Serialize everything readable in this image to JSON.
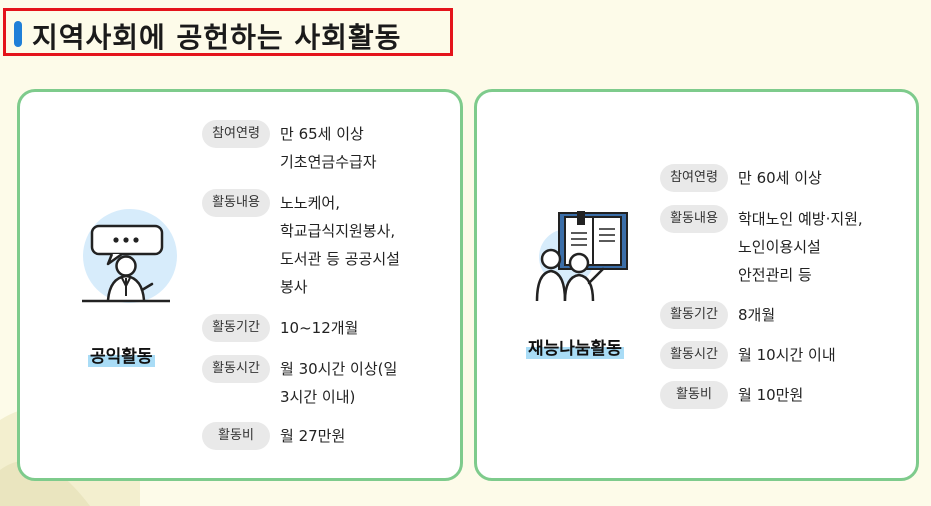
{
  "title": "지역사회에 공헌하는 사회활동",
  "colors": {
    "title_border": "#e4131b",
    "title_marker": "#1f7fd8",
    "card_border": "#7ecb8c",
    "badge_bg": "#e9e9e9",
    "name_highlight": "#a9dcf6"
  },
  "cards": [
    {
      "name": "공익활동",
      "icon": "speaking-person-icon",
      "details": [
        {
          "label": "참여연령",
          "lines": [
            "만 65세 이상",
            "기초연금수급자"
          ]
        },
        {
          "label": "활동내용",
          "lines": [
            "노노케어,",
            "학교급식지원봉사,",
            "도서관 등 공공시설",
            "봉사"
          ]
        },
        {
          "label": "활동기간",
          "lines": [
            "10~12개월"
          ]
        },
        {
          "label": "활동시간",
          "lines": [
            "월 30시간 이상(일",
            "3시간 이내)"
          ]
        },
        {
          "label": "활동비",
          "lines": [
            "월 27만원"
          ]
        }
      ]
    },
    {
      "name": "재능나눔활동",
      "icon": "people-book-icon",
      "details": [
        {
          "label": "참여연령",
          "lines": [
            "만 60세 이상"
          ]
        },
        {
          "label": "활동내용",
          "lines": [
            "학대노인 예방·지원,",
            "노인이용시설",
            "안전관리 등"
          ]
        },
        {
          "label": "활동기간",
          "lines": [
            "8개월"
          ]
        },
        {
          "label": "활동시간",
          "lines": [
            "월 10시간 이내"
          ]
        },
        {
          "label": "활동비",
          "lines": [
            "월 10만원"
          ]
        }
      ]
    }
  ]
}
